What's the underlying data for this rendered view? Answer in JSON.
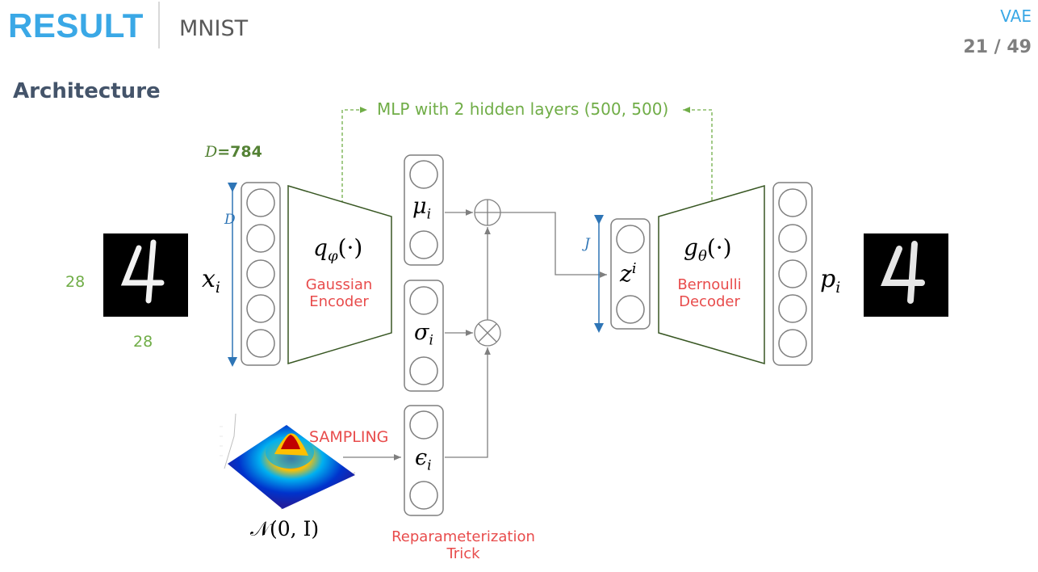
{
  "header": {
    "title": "RESULT",
    "subtitle": "MNIST",
    "tag": "VAE",
    "page": "21 / 49"
  },
  "section_title": "Architecture",
  "mlp_note": "MLP with 2 hidden layers (500, 500)",
  "input": {
    "height_label": "28",
    "width_label": "28",
    "dim_var": "D",
    "dim_value": "=784",
    "side_label": "D",
    "symbol": "x",
    "symbol_sub": "i"
  },
  "encoder": {
    "func": "q",
    "func_sub": "φ",
    "func_arg": "(·)",
    "name_line1": "Gaussian",
    "name_line2": "Encoder"
  },
  "latent": {
    "mu": "μ",
    "mu_sub": "i",
    "sigma": "σ",
    "sigma_sub": "i",
    "eps": "ϵ",
    "eps_sub": "i",
    "z": "z",
    "z_sup": "i",
    "side_label": "J"
  },
  "decoder": {
    "func": "g",
    "func_sub": "θ",
    "func_arg": "(·)",
    "name_line1": "Bernoulli",
    "name_line2": "Decoder"
  },
  "output": {
    "symbol": "p",
    "symbol_sub": "i"
  },
  "sampling": {
    "label": "SAMPLING",
    "distribution": "𝒩(0, I)",
    "trick_line1": "Reparameterization",
    "trick_line2": "Trick"
  },
  "colors": {
    "accent_blue": "#3aa8e6",
    "green": "#70ad47",
    "red": "#e84c4c",
    "dim_blue": "#2e75b6"
  }
}
